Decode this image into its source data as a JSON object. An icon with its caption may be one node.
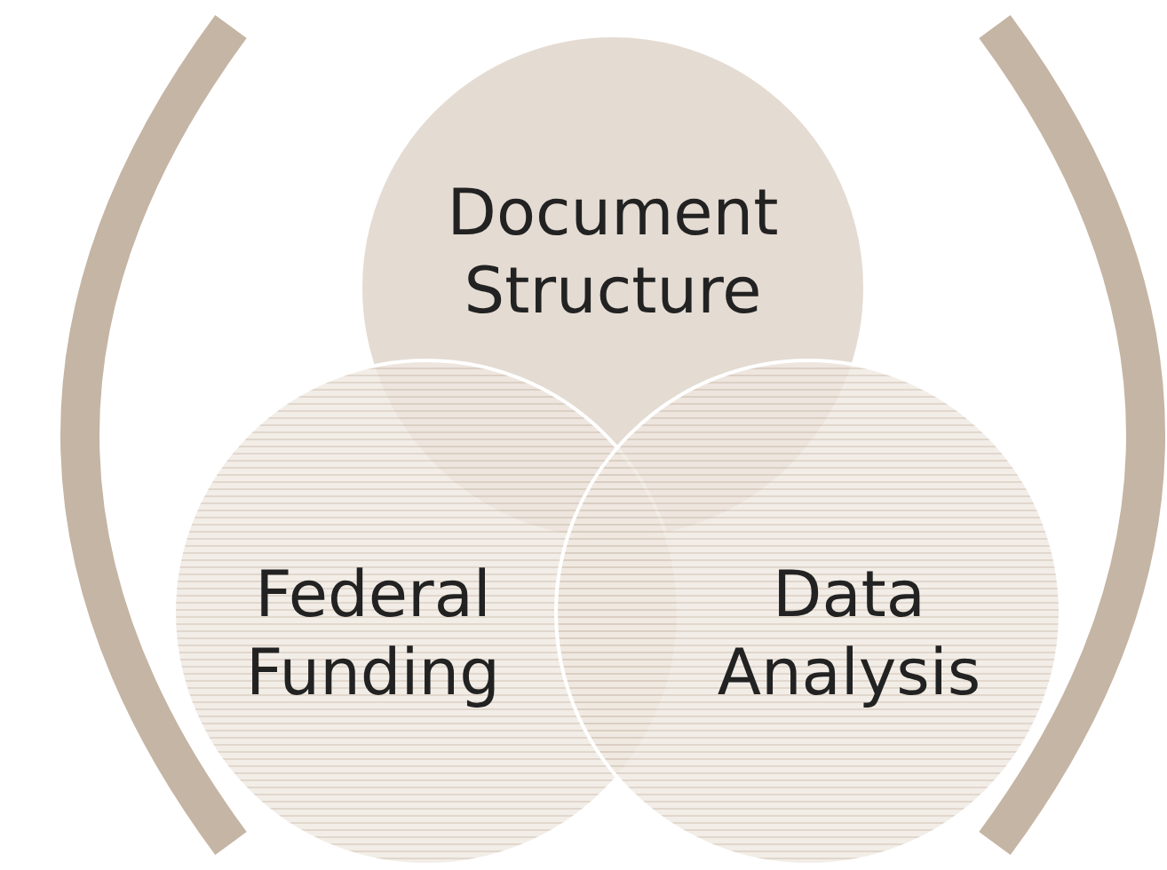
{
  "diagram": {
    "nodes": [
      {
        "text": [
          "Document Structure"
        ]
      },
      {
        "text": [
          "Federal Funding"
        ]
      },
      {
        "text": [
          "Data Analysis"
        ]
      }
    ]
  }
}
